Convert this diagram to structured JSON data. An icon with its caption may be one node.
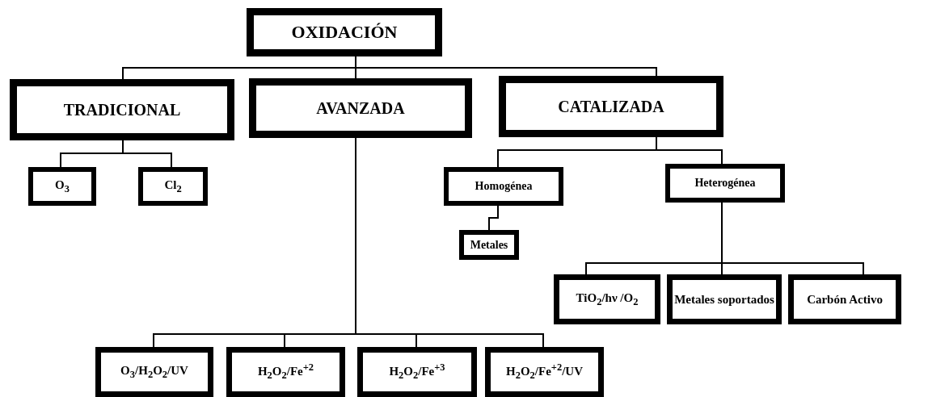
{
  "diagram": {
    "nodes": [
      {
        "text": [
          "OXIDACIÓN"
        ]
      },
      {
        "text": [
          "TRADICIONAL"
        ]
      },
      {
        "text": [
          "AVANZADA"
        ]
      },
      {
        "text": [
          "CATALIZADA"
        ]
      },
      {
        "text": [
          "O$_{3}$"
        ]
      },
      {
        "text": [
          "Cl$_{2}$"
        ]
      },
      {
        "text": [
          "Homogénea"
        ]
      },
      {
        "text": [
          "Heterogénea"
        ]
      },
      {
        "text": [
          "Metales"
        ]
      },
      {
        "text": [
          "TiO$_{2}$/hν /O$_{2}$"
        ]
      },
      {
        "text": [
          "Metales soportados"
        ]
      },
      {
        "text": [
          "Carbón Activo"
        ]
      },
      {
        "text": [
          "O$_{3}$/H$_{2}$O$_{2}$/UV"
        ]
      },
      {
        "text": [
          "H$_{2}$O$_{2}$/Fe$^{+2}$"
        ]
      },
      {
        "text": [
          "H$_{2}$O$_{2}$/Fe$^{+3}$"
        ]
      },
      {
        "text": [
          "H$_{2}$O$_{2}$/Fe$^{+2}$/UV"
        ]
      }
    ],
    "edges": [
      {
        "from": 0,
        "to": 1,
        "arrow": "none"
      },
      {
        "from": 0,
        "to": 2,
        "arrow": "none"
      },
      {
        "from": 0,
        "to": 3,
        "arrow": "none"
      },
      {
        "from": 1,
        "to": 4,
        "arrow": "none"
      },
      {
        "from": 1,
        "to": 5,
        "arrow": "none"
      },
      {
        "from": 3,
        "to": 6,
        "arrow": "none"
      },
      {
        "from": 3,
        "to": 7,
        "arrow": "none"
      },
      {
        "from": 6,
        "to": 8,
        "arrow": "none"
      },
      {
        "from": 7,
        "to": 9,
        "arrow": "none"
      },
      {
        "from": 7,
        "to": 10,
        "arrow": "none"
      },
      {
        "from": 7,
        "to": 11,
        "arrow": "none"
      },
      {
        "from": 2,
        "to": 12,
        "arrow": "none"
      },
      {
        "from": 2,
        "to": 13,
        "arrow": "none"
      },
      {
        "from": 2,
        "to": 14,
        "arrow": "none"
      },
      {
        "from": 2,
        "to": 15,
        "arrow": "none"
      }
    ]
  }
}
